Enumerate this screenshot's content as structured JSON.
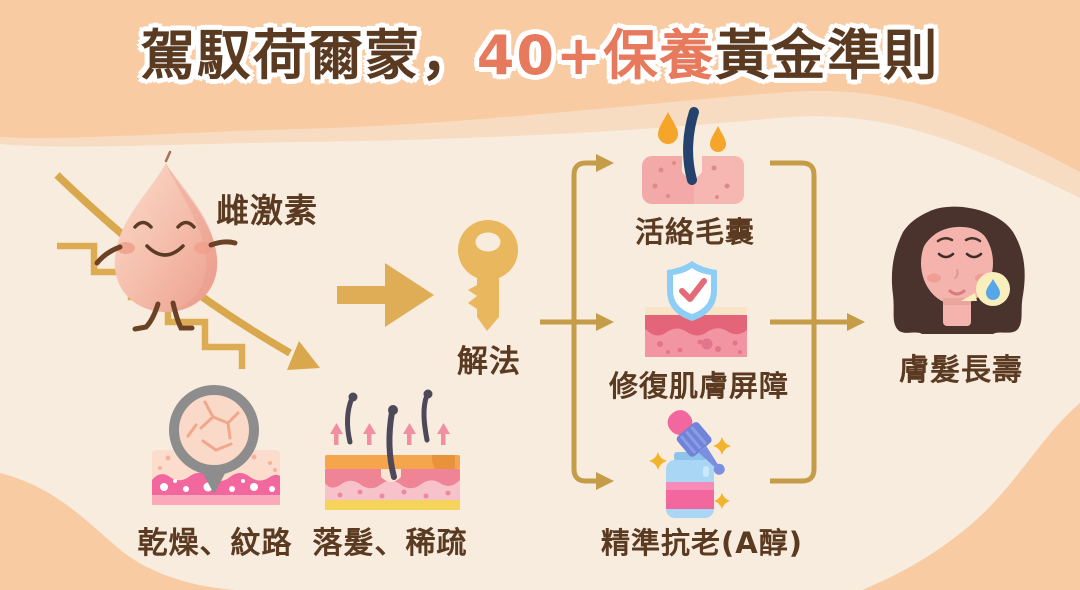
{
  "title": {
    "prefix": "駕馭荷爾蒙，",
    "highlight": "40+保養",
    "suffix": "黃金準則"
  },
  "flow": {
    "cause_label": "雌激素",
    "solution_key_label": "解法",
    "problems": [
      {
        "label": "乾燥、紋路"
      },
      {
        "label": "落髮、稀疏"
      }
    ],
    "solutions": [
      {
        "label": "活絡毛囊"
      },
      {
        "label": "修復肌膚屏障"
      },
      {
        "label": "精準抗老(A醇)"
      }
    ],
    "outcome_label": "膚髮長壽"
  },
  "icons": [
    "estrogen-droplet-character",
    "descending-stairs-icon",
    "decline-arrow-icon",
    "magnifier-dry-skin-icon",
    "hair-loss-skin-icon",
    "big-right-arrow-icon",
    "key-icon",
    "hair-follicle-icon",
    "shield-skin-barrier-icon",
    "retinol-dropper-bottle-icon",
    "woman-face-icon",
    "water-drop-badge-icon"
  ],
  "colors": {
    "background": "#f8ecdf",
    "accent_shape_peach": "#f8cba2",
    "title_brown": "#5b3a22",
    "title_coral": "#e7795c",
    "gold": "#dcab52",
    "connector_gold": "#c59d48",
    "pink_skin": "#f2679d",
    "navy_hair": "#24426b"
  }
}
